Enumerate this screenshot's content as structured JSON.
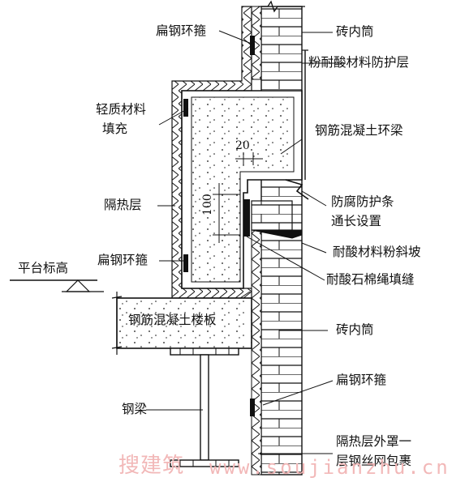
{
  "labels": {
    "flat_steel_hoop_top": "扁钢环箍",
    "brick_inner_tube_top": "砖内筒",
    "acid_resistant_protective_layer": "粉耐酸材料防护层",
    "lightweight_fill_line1": "轻质材料",
    "lightweight_fill_line2": "填充",
    "rc_ring_beam": "钢筋混凝土环梁",
    "anticorrosion_strip_line1": "防腐防护条",
    "anticorrosion_strip_line2": "通长设置",
    "insulation_layer": "隔热层",
    "acid_mortar_slope": "耐酸材料粉斜坡",
    "flat_steel_hoop_mid": "扁钢环箍",
    "platform_elevation": "平台标高",
    "asbestos_rope_joint": "耐酸石棉绳填缝",
    "rc_floor_slab": "钢筋混凝土楼板",
    "brick_inner_tube_bottom": "砖内筒",
    "flat_steel_hoop_bottom": "扁钢环箍",
    "steel_beam": "钢梁",
    "insulation_cover_line1": "隔热层外罩一",
    "insulation_cover_line2": "层钢丝网包裹"
  },
  "dimensions": {
    "gap": "20",
    "height": "100"
  },
  "watermark": {
    "cn": "搜建筑",
    "url": "www.soujianzhu.cn"
  },
  "colors": {
    "line": "#111111",
    "watermark": "#f2b8b8"
  }
}
